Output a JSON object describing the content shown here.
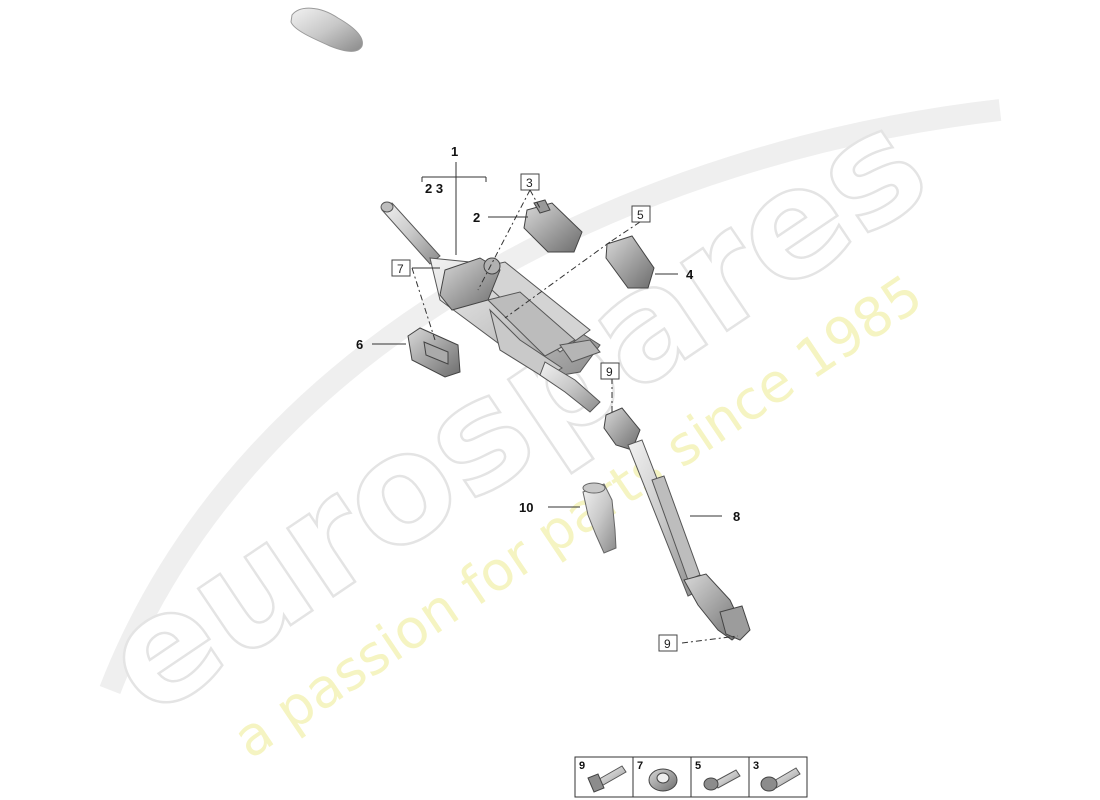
{
  "watermark": {
    "brand": "eurospares",
    "tagline": "a passion for parts since 1985"
  },
  "callouts": {
    "c1": "1",
    "c2_3_group": "2  3",
    "c2": "2",
    "c3_box": "3",
    "c4": "4",
    "c5_box": "5",
    "c6": "6",
    "c7_box": "7",
    "c8": "8",
    "c9_box_top": "9",
    "c9_box_bottom": "9",
    "c10": "10"
  },
  "fastener_table": {
    "cells": [
      {
        "label": "9",
        "icon": "hex-flange-bolt-icon"
      },
      {
        "label": "7",
        "icon": "flange-nut-icon"
      },
      {
        "label": "5",
        "icon": "torx-screw-icon"
      },
      {
        "label": "3",
        "icon": "torx-screw-icon"
      }
    ]
  },
  "colors": {
    "part_fill": "#cfcfcf",
    "part_stroke": "#555555",
    "leader": "#333333"
  }
}
